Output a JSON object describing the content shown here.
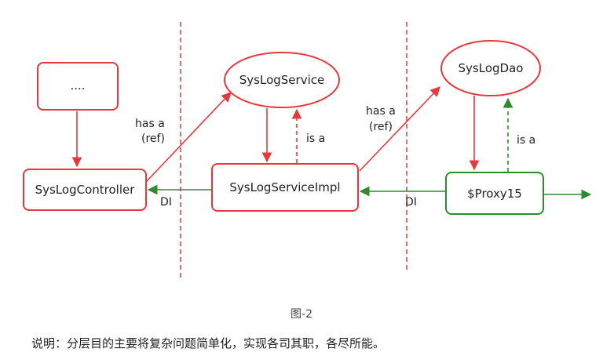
{
  "colors": {
    "red": "#e8383d",
    "green": "#2e8b2e"
  },
  "nodes": {
    "dots": "....",
    "controller": "SysLogController",
    "service": "SysLogService",
    "service_impl": "SysLogServiceImpl",
    "dao": "SysLogDao",
    "proxy": "$Proxy15"
  },
  "edges": {
    "has_a_left": [
      "has a",
      "(ref)"
    ],
    "has_a_right": [
      "has a",
      "(ref)"
    ],
    "is_a_left": "is a",
    "is_a_right": "is a",
    "di_left": "DI",
    "di_right": "DI"
  },
  "caption": "图-2",
  "note": "说明：分层目的主要将复杂问题简单化，实现各司其职，各尽所能。"
}
